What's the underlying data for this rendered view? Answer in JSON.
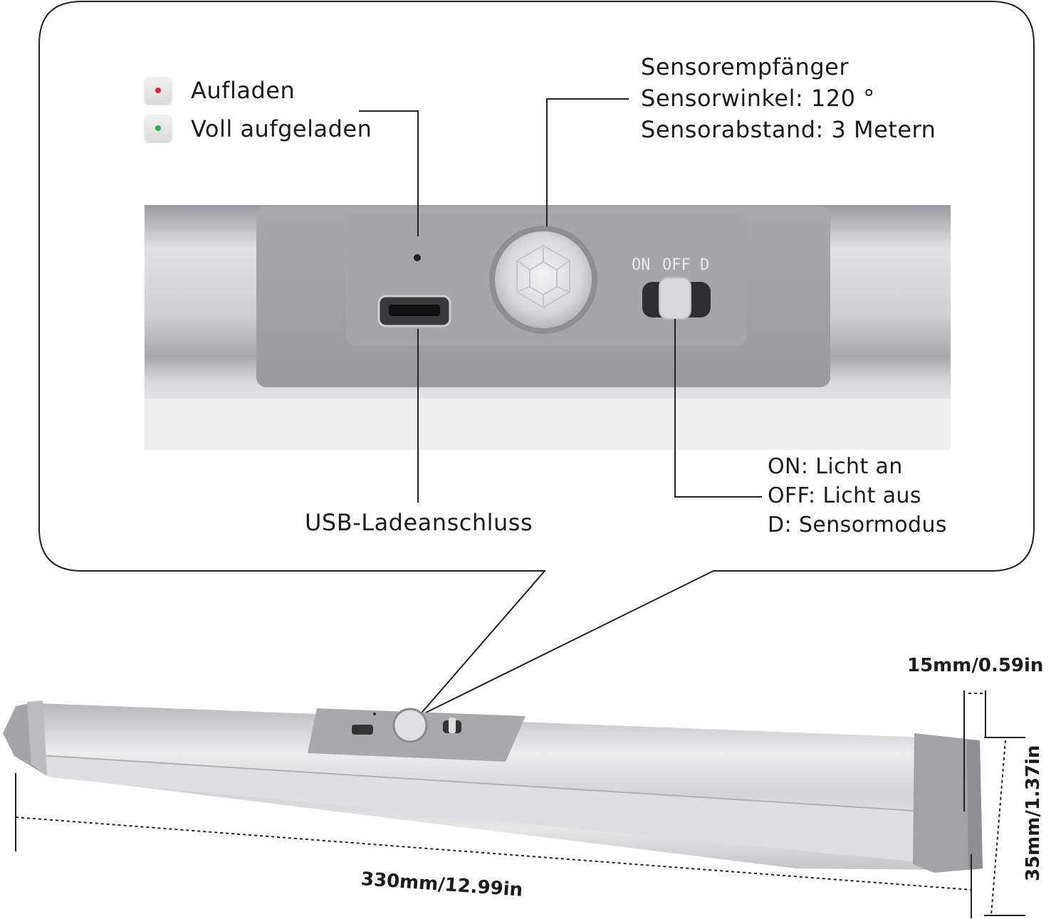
{
  "legend": {
    "charging": {
      "label": "Aufladen",
      "color": "#e0242b"
    },
    "full": {
      "label": "Voll aufgeladen",
      "color": "#27b34a"
    }
  },
  "sensor": {
    "line1": "Sensorempfänger",
    "line2": "Sensorwinkel: 120 °",
    "line3": "Sensorabstand: 3 Metern"
  },
  "usb_label": "USB-Ladeanschluss",
  "switch": {
    "labels": [
      "ON",
      "OFF",
      "D"
    ],
    "desc_on": "ON: Licht an",
    "desc_off": "OFF: Licht aus",
    "desc_d": "D: Sensormodus"
  },
  "dimensions": {
    "length": "330mm/12.99in",
    "height": "35mm/1.37in",
    "depth": "15mm/0.59in"
  }
}
